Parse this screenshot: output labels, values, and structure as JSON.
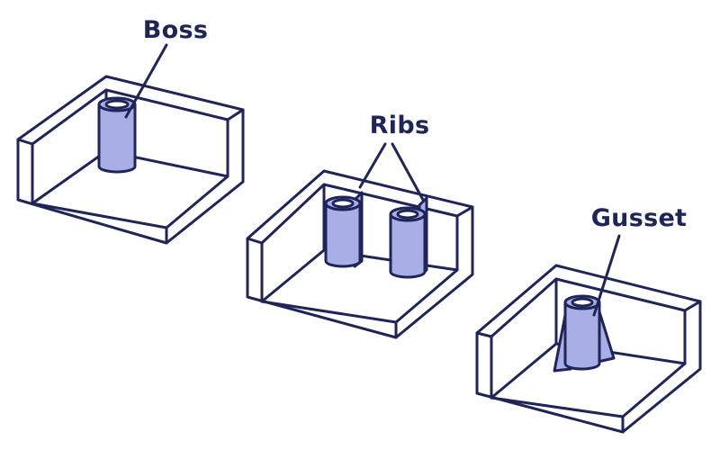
{
  "labels": {
    "boss": "Boss",
    "ribs": "Ribs",
    "gusset": "Gusset"
  },
  "colors": {
    "outline": "#1f2559",
    "feature_fill": "#a9aee6",
    "background": "#ffffff"
  }
}
